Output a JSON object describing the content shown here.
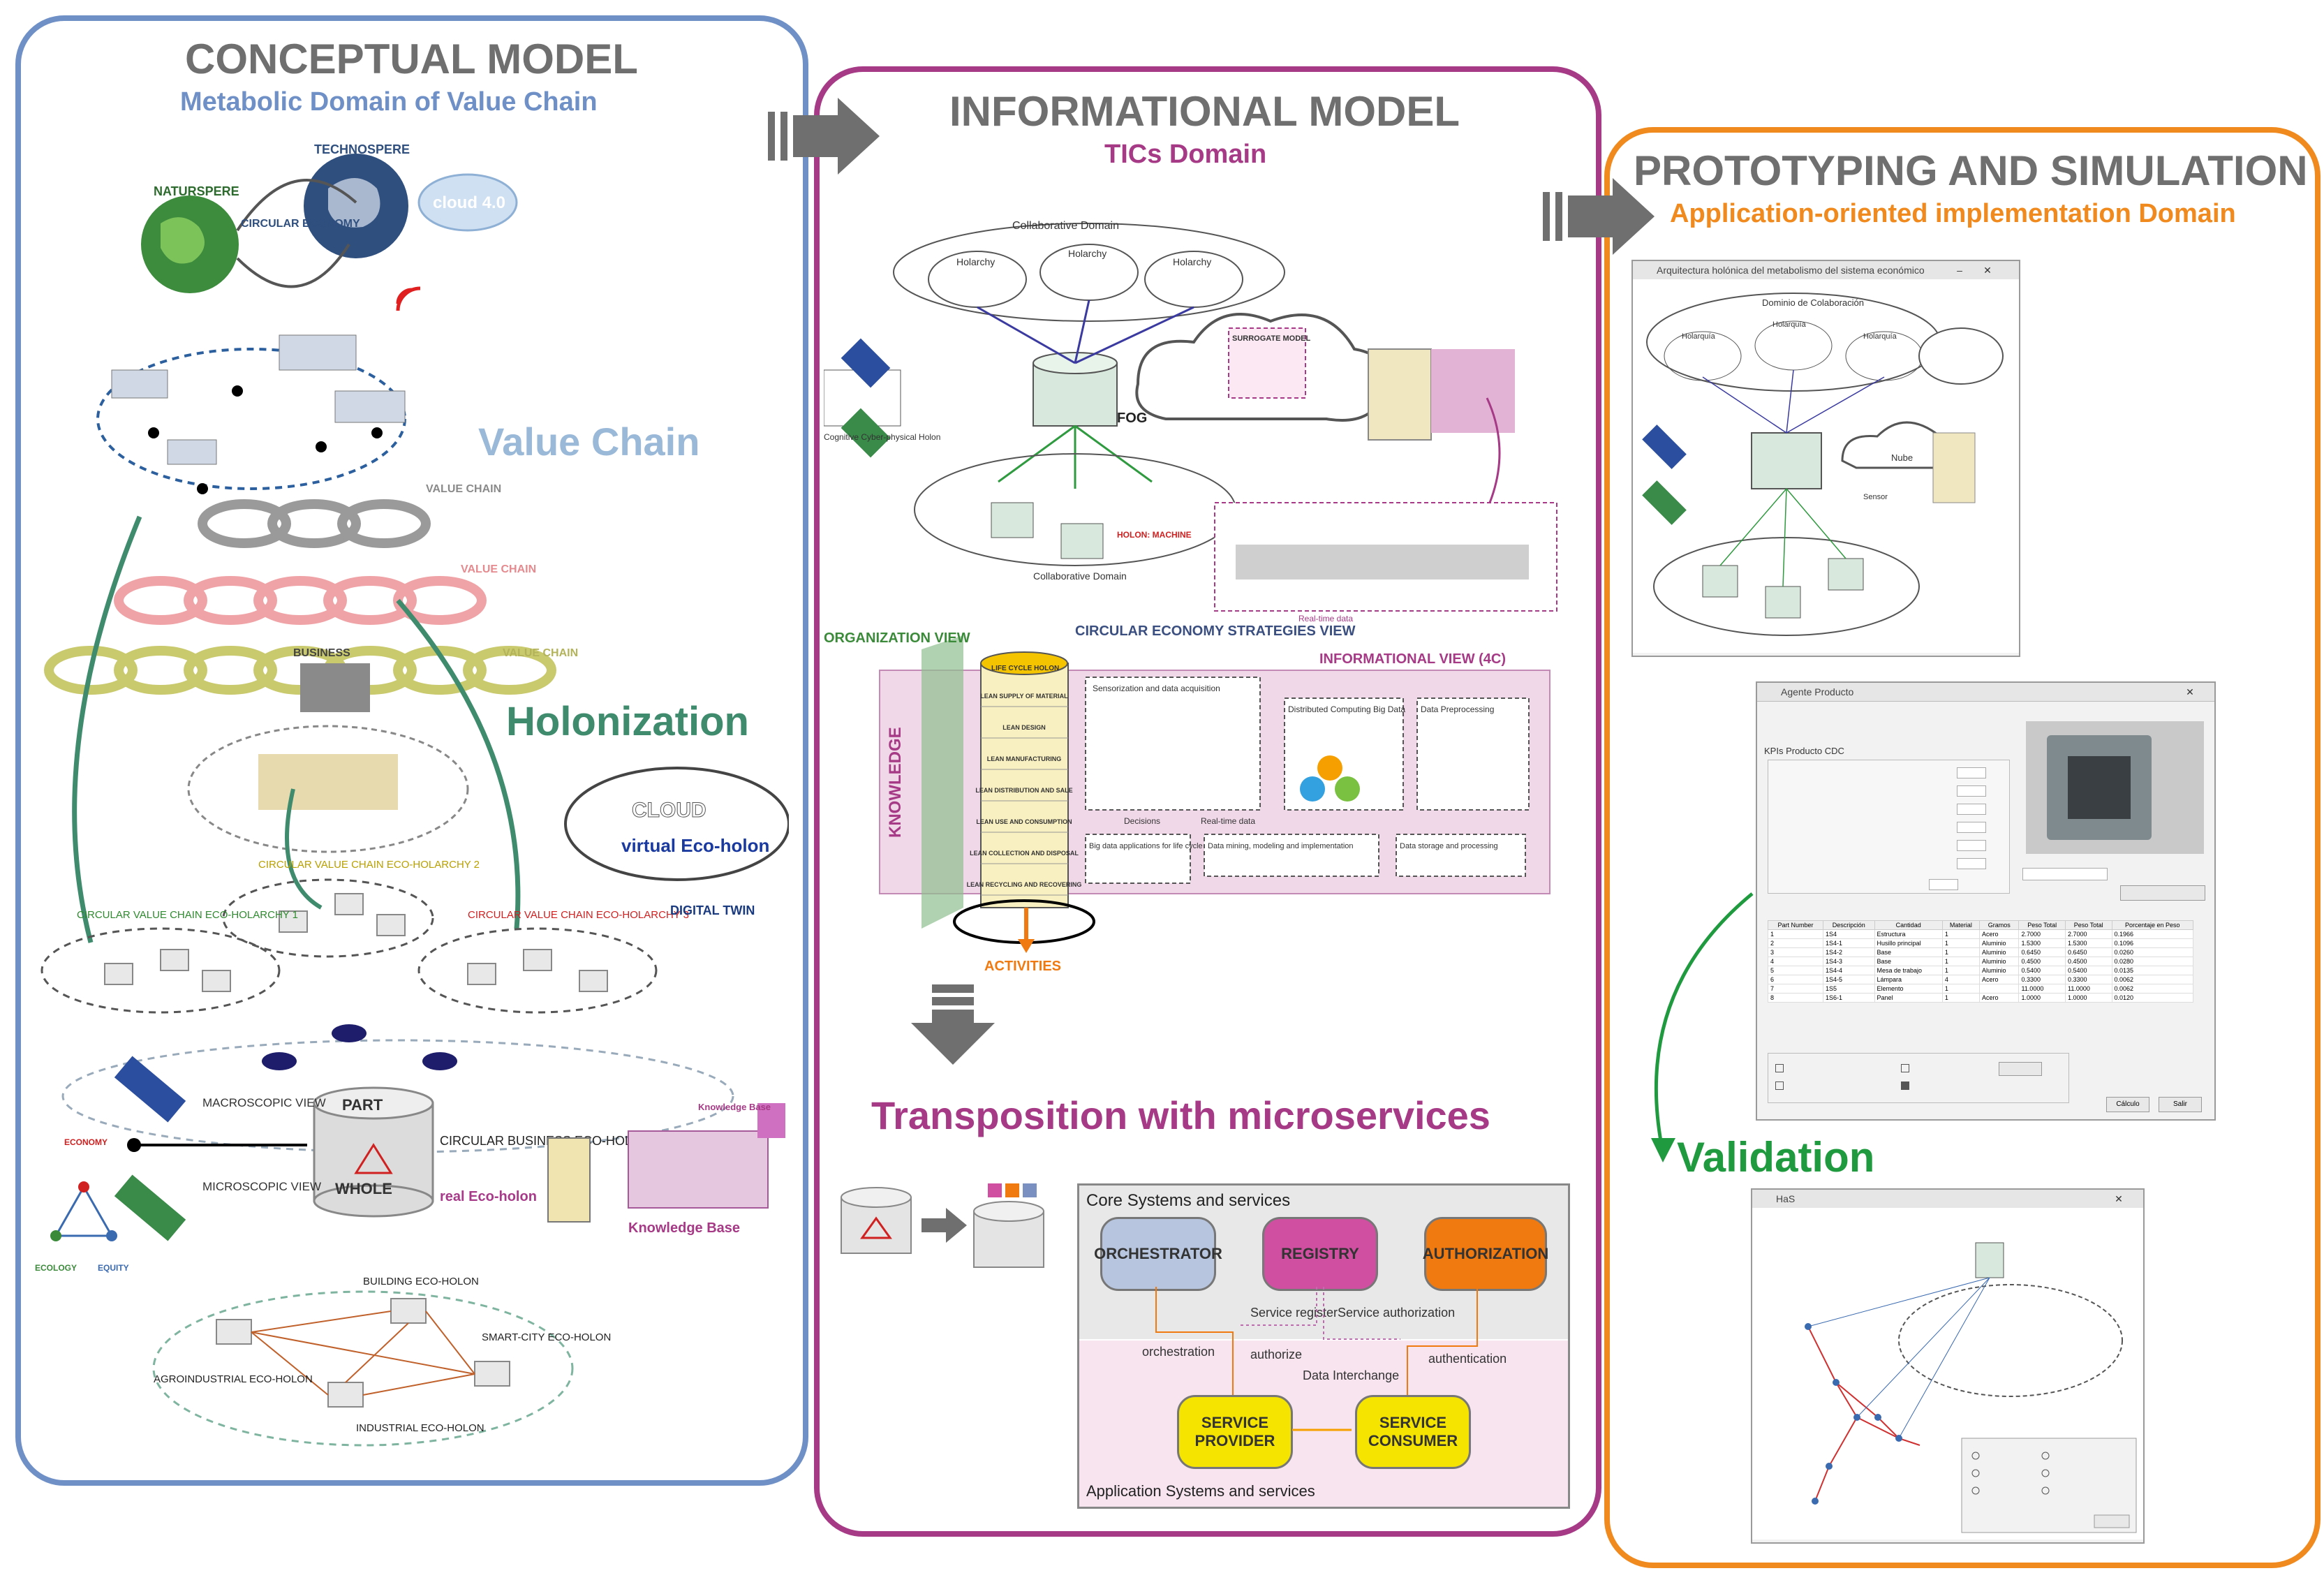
{
  "conceptual": {
    "title": "CONCEPTUAL MODEL",
    "subtitle": "Metabolic Domain of Value Chain",
    "value_chain_label": "Value Chain",
    "holonization_label": "Holonization",
    "technosphere": "TECHNOSPERE",
    "naturesphere": "NATURSPERE",
    "circular_economy": "CIRCULAR ECONOMY",
    "cloud40": "cloud 4.0",
    "value_chain_small": "VALUE CHAIN",
    "business": "BUSINESS",
    "cvc_eco_holarchy_1": "CIRCULAR VALUE CHAIN ECO-HOLARCHY 1",
    "cvc_eco_holarchy_2": "CIRCULAR VALUE CHAIN ECO-HOLARCHY 2",
    "cvc_eco_holarchy_3": "CIRCULAR VALUE CHAIN ECO-HOLARCHY 3",
    "cloud_title": "CLOUD",
    "virtual_eco_holon": "virtual Eco-holon",
    "digital_twin": "DIGITAL TWIN",
    "macroscopic_view": "MACROSCOPIC VIEW",
    "microscopic_view": "MICROSCOPIC VIEW",
    "part": "PART",
    "whole": "WHOLE",
    "circular_business": "CIRCULAR BUSINESS ECO-HOLON",
    "real_eco_holon": "real Eco-holon",
    "knowledge_base": "Knowledge Base",
    "knowledge_base_small": "Knowledge Base",
    "building": "BUILDING ECO-HOLON",
    "smart_city": "SMART-CITY ECO-HOLON",
    "agroindustrial": "AGROINDUSTRIAL ECO-HOLON",
    "industrial": "INDUSTRIAL ECO-HOLON",
    "economy": "ECONOMY",
    "ecology": "ECOLOGY",
    "equity": "EQUITY"
  },
  "informational": {
    "title": "INFORMATIONAL MODEL",
    "subtitle": "TICs Domain",
    "collaborative_domain": "Collaborative Domain",
    "holarchy": "Holarchy",
    "fog": "FOG",
    "surrogate_model": "SURROGATE MODEL",
    "holon_machine": "HOLON: MACHINE",
    "cognitive_cps": "Cognitive Cyber-physical Holon",
    "organization_view": "ORGANIZATION VIEW",
    "ce_strategies_view": "CIRCULAR ECONOMY STRATEGIES VIEW",
    "informational_view": "INFORMATIONAL VIEW (4C)",
    "knowledge": "KNOWLEDGE",
    "life_cycle_holon": "LIFE CYCLE HOLON",
    "life_cycle_stages": [
      "LEAN SUPPLY OF MATERIAL",
      "LEAN DESIGN",
      "LEAN MANUFACTURING",
      "LEAN DISTRIBUTION AND SALE",
      "LEAN USE AND CONSUMPTION",
      "LEAN COLLECTION AND DISPOSAL",
      "LEAN RECYCLING AND RECOVERING"
    ],
    "sensorization": "Sensorization and data acquisition",
    "distributed_computing": "Distributed Computing Big Data",
    "data_preprocessing": "Data Preprocessing",
    "big_data_apps": "Big data applications for life cycle management",
    "data_mining": "Data mining, modeling and implementation",
    "data_storage": "Data storage and processing",
    "real_time_data": "Real-time data",
    "decisions": "Decisions",
    "activities": "ACTIVITIES",
    "transposition": "Transposition with microservices",
    "core_systems": "Core Systems and services",
    "orchestrator": "ORCHESTRATOR",
    "registry": "REGISTRY",
    "authorization": "AUTHORIZATION",
    "service_register": "Service register",
    "service_authorization": "Service authorization",
    "orchestration": "orchestration",
    "authorize": "authorize",
    "authentication": "authentication",
    "data_interchange": "Data Interchange",
    "service_provider": "SERVICE PROVIDER",
    "service_consumer": "SERVICE CONSUMER",
    "app_systems": "Application Systems and services"
  },
  "prototyping": {
    "title": "PROTOTYPING AND SIMULATION",
    "subtitle": "Application-oriented implementation Domain",
    "validation": "Validation",
    "window1_title": "Arquitectura holónica del metabolismo del sistema económico",
    "window1_domain": "Dominio de Colaboración",
    "window1_holarquia": "Holarquía",
    "window1_nube": "Nube",
    "window1_sensor": "Sensor",
    "window2_title": "Agente Producto",
    "window2_section": "KPIs Producto CDC",
    "window2_table_header": [
      "Part Number",
      "Descripción",
      "Cantidad",
      "Material",
      "Gramos",
      "Peso Total",
      "Peso Total",
      "Porcentaje en Peso"
    ],
    "window2_rows": [
      [
        "1",
        "1S4",
        "Estructura",
        "1",
        "Acero",
        "2.7000",
        "2.7000",
        "0.1966"
      ],
      [
        "2",
        "1S4-1",
        "Husillo principal",
        "1",
        "Aluminio",
        "1.5300",
        "1.5300",
        "0.1096"
      ],
      [
        "3",
        "1S4-2",
        "Base",
        "1",
        "Aluminio",
        "0.6450",
        "0.6450",
        "0.0260"
      ],
      [
        "4",
        "1S4-3",
        "Base",
        "1",
        "Aluminio",
        "0.4500",
        "0.4500",
        "0.0280"
      ],
      [
        "5",
        "1S4-4",
        "Mesa de trabajo",
        "1",
        "Aluminio",
        "0.5400",
        "0.5400",
        "0.0135"
      ],
      [
        "6",
        "1S4-5",
        "Lámpara",
        "4",
        "Acero",
        "0.3300",
        "0.3300",
        "0.0062"
      ],
      [
        "7",
        "1S5",
        "Elemento",
        "1",
        "",
        "11.0000",
        "11.0000",
        "0.0062"
      ],
      [
        "8",
        "1S6-1",
        "Panel",
        "1",
        "Acero",
        "1.0000",
        "1.0000",
        "0.0120"
      ]
    ],
    "window2_buttons": [
      "Cálculo",
      "Salir"
    ],
    "window3_title": "HaS"
  }
}
